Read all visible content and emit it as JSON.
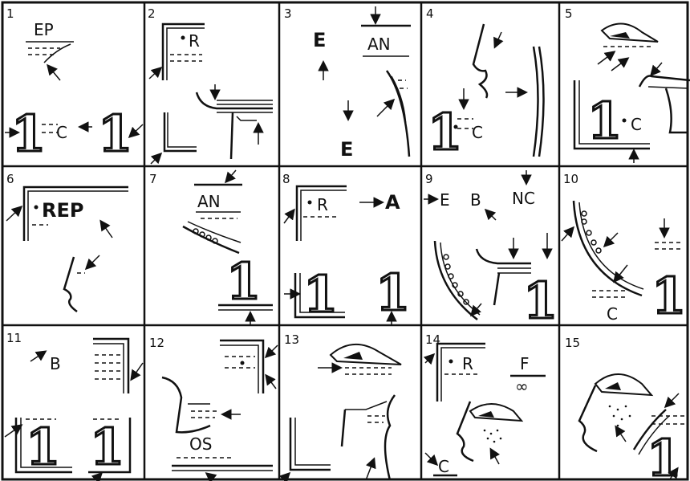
{
  "panels": [
    {
      "number": "1",
      "labels": [
        "EP",
        "C"
      ]
    },
    {
      "number": "2",
      "labels": [
        "R"
      ]
    },
    {
      "number": "3",
      "labels": [
        "E",
        "AN",
        "E"
      ]
    },
    {
      "number": "4",
      "labels": [
        "C"
      ]
    },
    {
      "number": "5",
      "labels": [
        "C"
      ]
    },
    {
      "number": "6",
      "labels": [
        "REP"
      ]
    },
    {
      "number": "7",
      "labels": [
        "AN"
      ]
    },
    {
      "number": "8",
      "labels": [
        "R",
        "A"
      ]
    },
    {
      "number": "9",
      "labels": [
        "E",
        "B",
        "NC"
      ]
    },
    {
      "number": "10",
      "labels": [
        "C"
      ]
    },
    {
      "number": "11",
      "labels": [
        "B"
      ]
    },
    {
      "number": "12",
      "labels": [
        "OS"
      ]
    },
    {
      "number": "13",
      "labels": []
    },
    {
      "number": "14",
      "labels": [
        "R",
        "F",
        "C"
      ]
    },
    {
      "number": "15",
      "labels": []
    }
  ],
  "glyphs": {
    "one": "1",
    "dot": "·",
    "infinity": "∞"
  }
}
